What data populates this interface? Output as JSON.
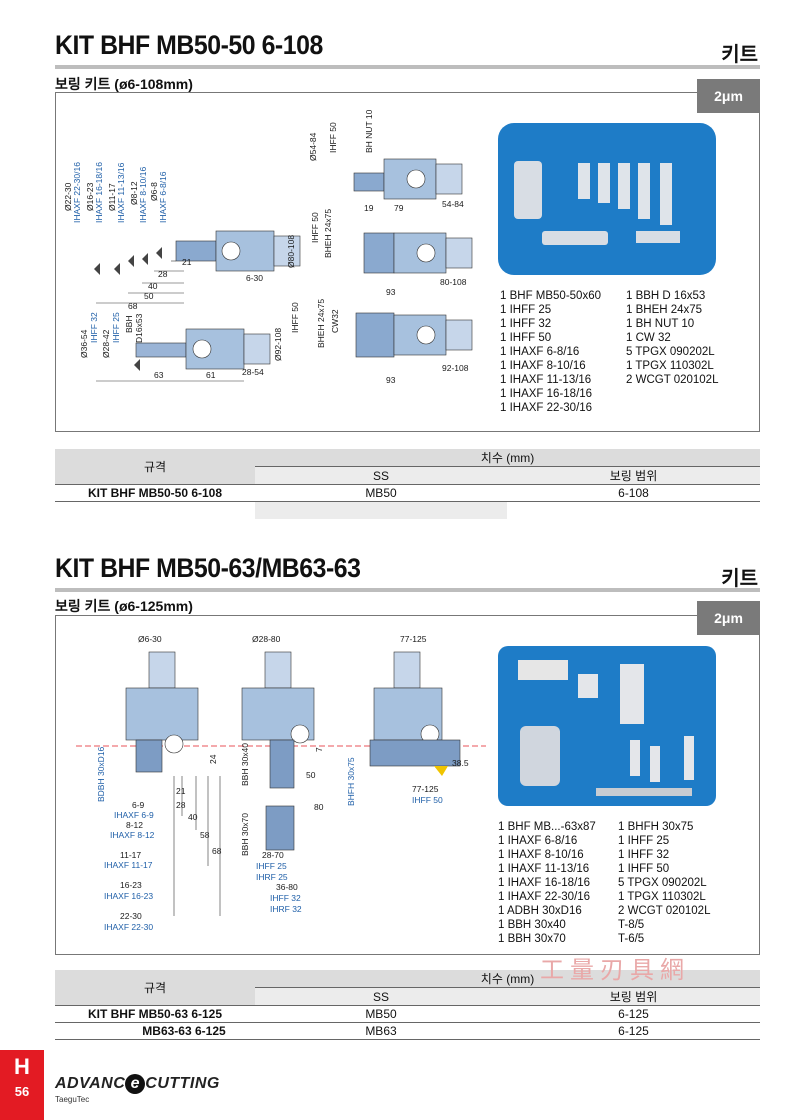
{
  "section1": {
    "title": "KIT BHF MB50-50 6-108",
    "title_kr": "키트",
    "subtitle": "보링 키트 (ø6-108mm)",
    "badge": "2μm",
    "drawing_labels": {
      "d_labels_top": [
        "Ø22-30",
        "IHAXF 22-30/16",
        "Ø16-23",
        "IHAXF 16-18/16",
        "Ø11-17",
        "IHAXF 11-13/16",
        "Ø8-12",
        "IHAXF 8-10/16",
        "Ø6-8",
        "IHAXF 6-8/16"
      ],
      "dims_a": [
        "21",
        "28",
        "40",
        "50",
        "68",
        "6-30"
      ],
      "d_labels_b": [
        "Ø36-54",
        "IHFF 32",
        "Ø28-42",
        "IHFF 25",
        "BBH",
        "D16x53"
      ],
      "dims_b": [
        "63",
        "61",
        "28-54"
      ],
      "right_labels": [
        "Ø54-84",
        "IHFF 50",
        "BH NUT 10",
        "19",
        "79",
        "54-84",
        "Ø80-108",
        "IHFF 50",
        "BHEH 24x75",
        "93",
        "80-108",
        "Ø92-108",
        "IHFF 50",
        "BHEH 24x75",
        "CW32",
        "93",
        "92-108"
      ]
    },
    "contents_col1": [
      "1 BHF MB50-50x60",
      "1 IHFF 25",
      "1 IHFF 32",
      "1 IHFF 50",
      "1 IHAXF 6-8/16",
      "1 IHAXF 8-10/16",
      "1 IHAXF 11-13/16",
      "1 IHAXF 16-18/16",
      "1 IHAXF 22-30/16"
    ],
    "contents_col2": [
      "1 BBH D 16x53",
      "1 BHEH 24x75",
      "1 BH NUT 10",
      "1 CW 32",
      "5 TPGX 090202L",
      "1 TPGX 110302L",
      "2 WCGT 020102L"
    ],
    "table": {
      "spec_header": "규격",
      "dim_header": "치수 (mm)",
      "col_ss": "SS",
      "col_range": "보링 범위",
      "rows": [
        {
          "name_a": "KIT BHF",
          "name_b": "MB50-50 6-108",
          "ss": "MB50",
          "range": "6-108"
        }
      ]
    }
  },
  "section2": {
    "title": "KIT BHF MB50-63/MB63-63",
    "title_kr": "키트",
    "subtitle": "보링 키트 (ø6-125mm)",
    "badge": "2μm",
    "drawing_labels": {
      "top": [
        "Ø6-30",
        "Ø28-80",
        "77-125"
      ],
      "left": [
        "BDBH 30xD16",
        "24",
        "6-9",
        "21",
        "IHAXF 6-9",
        "28",
        "8-12",
        "40",
        "IHAXF 8-12",
        "58",
        "11-17",
        "68",
        "IHAXF 11-17",
        "16-23",
        "IHAXF 16-23",
        "22-30",
        "IHAXF 22-30"
      ],
      "mid": [
        "BBH 30x40",
        "7",
        "50",
        "80",
        "BBH 30x70",
        "28-70",
        "IHFF 25",
        "IHRF 25",
        "36-80",
        "IHFF 32",
        "IHRF 32"
      ],
      "right": [
        "BHFH 30x75",
        "38.5",
        "77-125",
        "IHFF 50"
      ]
    },
    "contents_col1": [
      "1 BHF MB...-63x87",
      "1 IHAXF 6-8/16",
      "1 IHAXF 8-10/16",
      "1 IHAXF 11-13/16",
      "1 IHAXF 16-18/16",
      "1 IHAXF 22-30/16",
      "1 ADBH 30xD16",
      "1 BBH 30x40",
      "1 BBH 30x70"
    ],
    "contents_col2": [
      "1 BHFH 30x75",
      "1 IHFF 25",
      "1 IHFF 32",
      "1 IHFF 50",
      "5 TPGX 090202L",
      "1 TPGX 110302L",
      "2 WCGT 020102L",
      "T-8/5",
      "T-6/5"
    ],
    "table": {
      "spec_header": "규격",
      "dim_header": "치수 (mm)",
      "col_ss": "SS",
      "col_range": "보링 범위",
      "rows": [
        {
          "name_a": "KIT BHF",
          "name_b": "MB50-63 6-125",
          "ss": "MB50",
          "range": "6-125"
        },
        {
          "name_a": "",
          "name_b": "MB63-63 6-125",
          "ss": "MB63",
          "range": "6-125"
        }
      ]
    }
  },
  "footer": {
    "tab_letter": "H",
    "page_number": "56",
    "logo_text_a": "ADVANC",
    "logo_text_e": "e",
    "logo_text_b": "CUTTING",
    "logo_sub": "TaeguTec",
    "watermark": "工量刃具網"
  },
  "colors": {
    "accent_red": "#e31b23",
    "badge_grey": "#7a7a7a",
    "case_blue": "#1e7cc7",
    "label_blue": "#1f5fa8"
  }
}
